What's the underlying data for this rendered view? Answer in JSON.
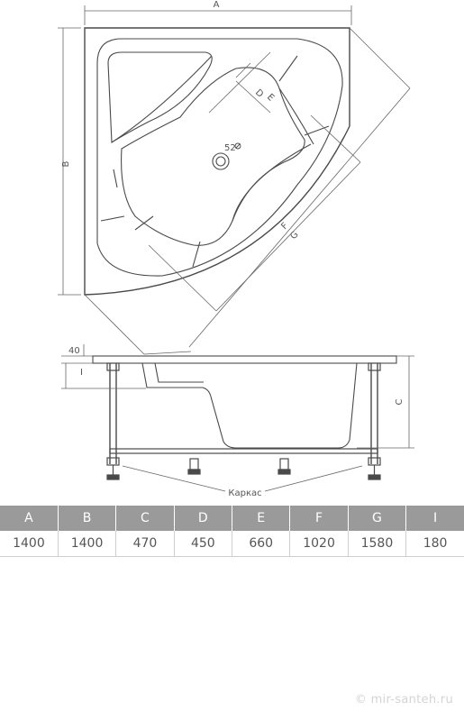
{
  "top_view": {
    "label_a": "A",
    "label_b": "B",
    "label_d": "D",
    "label_e": "E",
    "label_f": "F",
    "label_g": "G",
    "drain_label": "52"
  },
  "side_view": {
    "label_40": "40",
    "label_i": "I",
    "label_c": "C",
    "frame_label": "Каркас"
  },
  "spec_table": {
    "headers": [
      "A",
      "B",
      "C",
      "D",
      "E",
      "F",
      "G",
      "I"
    ],
    "values": [
      "1400",
      "1400",
      "470",
      "450",
      "660",
      "1020",
      "1580",
      "180"
    ]
  },
  "watermark": "© mir-santeh.ru",
  "colors": {
    "header_bg": "#9a9a9a",
    "line": "#4a4a4a"
  }
}
